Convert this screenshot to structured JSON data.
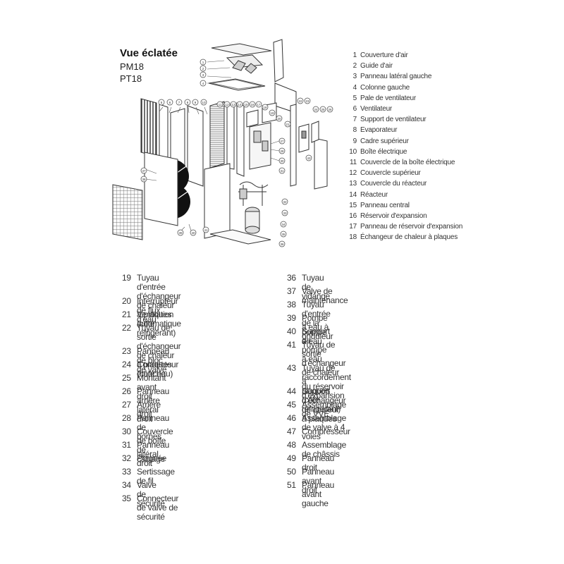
{
  "title": {
    "main": "Vue éclatée",
    "model1": "PM18",
    "model2": "PT18"
  },
  "callouts": [
    "1",
    "2",
    "3",
    "4",
    "5",
    "6",
    "7",
    "8",
    "9",
    "10",
    "11",
    "12",
    "13",
    "14",
    "15",
    "16",
    "17",
    "18",
    "19",
    "20",
    "21",
    "22",
    "23",
    "24",
    "25",
    "26",
    "27",
    "28",
    "30",
    "31",
    "32",
    "33",
    "34",
    "35",
    "36",
    "37",
    "38",
    "39",
    "40",
    "41",
    "43",
    "44",
    "45",
    "46",
    "47",
    "48",
    "49",
    "50",
    "51"
  ],
  "legend_top": [
    {
      "num": "1",
      "text": "Couverture d'air"
    },
    {
      "num": "2",
      "text": "Guide d'air"
    },
    {
      "num": "3",
      "text": "Panneau latéral gauche"
    },
    {
      "num": "4",
      "text": "Colonne gauche"
    },
    {
      "num": "5",
      "text": "Pale de ventilateur"
    },
    {
      "num": "6",
      "text": "Ventilateur"
    },
    {
      "num": "7",
      "text": "Support de ventilateur"
    },
    {
      "num": "8",
      "text": "Evaporateur"
    },
    {
      "num": "9",
      "text": "Cadre supérieur"
    },
    {
      "num": "10",
      "text": "Boîte électrique"
    },
    {
      "num": "11",
      "text": "Couvercle de la boîte électrique"
    },
    {
      "num": "12",
      "text": "Couvercle supérieur"
    },
    {
      "num": "13",
      "text": "Couvercle du réacteur"
    },
    {
      "num": "14",
      "text": "Réacteur"
    },
    {
      "num": "15",
      "text": "Panneau central"
    },
    {
      "num": "16",
      "text": "Réservoir d'expansion"
    },
    {
      "num": "17",
      "text": "Panneau de réservoir d'expansion"
    },
    {
      "num": "18",
      "text": "Échangeur de chaleur à plaques"
    }
  ],
  "legend_left": [
    {
      "num": "19",
      "text": "Tuyau d'entrée d'échangeur de chaleur\nà plaques (côté réfrigérant)"
    },
    {
      "num": "20",
      "text": "Interrupteur de flux d'eau"
    },
    {
      "num": "21",
      "text": "Ventilation automatique"
    },
    {
      "num": "22",
      "text": "Tuyau de sortie d'échangeur de chaleur\nà plaques (côté eau)"
    },
    {
      "num": "23",
      "text": "Panneau de bloc de valve"
    },
    {
      "num": "24",
      "text": "Connecteur étanche"
    },
    {
      "num": "25",
      "text": "Montant avant droit"
    },
    {
      "num": "26",
      "text": "Panneau arrière latéral droit"
    },
    {
      "num": "27",
      "text": "Arrière droit"
    },
    {
      "num": "28",
      "text": "Panneau de bornes"
    },
    {
      "num": "30",
      "text": "Couvercle de boîte de câblage"
    },
    {
      "num": "31",
      "text": "Panneau latéral droit"
    },
    {
      "num": "32",
      "text": "Poignée"
    },
    {
      "num": "33",
      "text": "Sertissage de fil"
    },
    {
      "num": "34",
      "text": "Valve de sécurité"
    },
    {
      "num": "35",
      "text": "Connecteur de valve de sécurité"
    }
  ],
  "legend_right": [
    {
      "num": "36",
      "text": "Tuyau de vidange"
    },
    {
      "num": "37",
      "text": "Valve de maintenance"
    },
    {
      "num": "38",
      "text": "Tuyau d'entrée de la pompe à eau"
    },
    {
      "num": "39",
      "text": "Pompe à eau à onduleur"
    },
    {
      "num": "40",
      "text": "Support de pompe à eau"
    },
    {
      "num": "41",
      "text": "Tuyau de sortie d'échangeur de chaleur à\nplaques (côté réfrigérant)"
    },
    {
      "num": "43",
      "text": "Tuyau de raccordement du réservoir\nd'expansion"
    },
    {
      "num": "44",
      "text": "Support d'échangeur de chaleur à plaques"
    },
    {
      "num": "45",
      "text": "Assemblage de VVE"
    },
    {
      "num": "46",
      "text": "Assemblage de valve à 4 voies"
    },
    {
      "num": "47",
      "text": "Compresseur"
    },
    {
      "num": "48",
      "text": "Assemblage de châssis"
    },
    {
      "num": "49",
      "text": "Panneau droit"
    },
    {
      "num": "50",
      "text": "Panneau avant droit"
    },
    {
      "num": "51",
      "text": "Panneau avant gauche"
    }
  ]
}
